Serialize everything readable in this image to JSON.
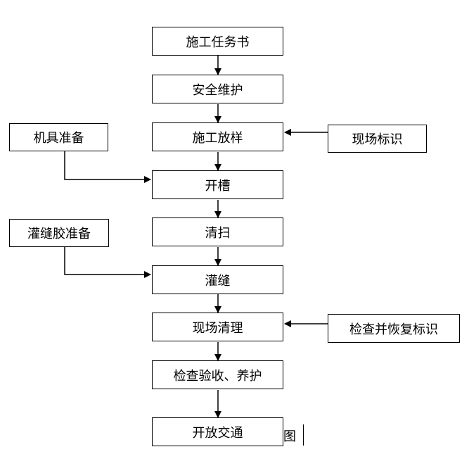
{
  "diagram": {
    "steps": [
      "施工任务书",
      "安全维护",
      "施工放样",
      "开槽",
      "清扫",
      "灌缝",
      "现场清理",
      "检查验收、养护",
      "开放交通"
    ],
    "side_inputs": {
      "machine_prep": "机具准备",
      "site_marking": "现场标识",
      "sealant_prep": "灌缝胶准备",
      "inspect_restore_marking": "检查并恢复标识"
    },
    "caption_fragment": "程图"
  }
}
